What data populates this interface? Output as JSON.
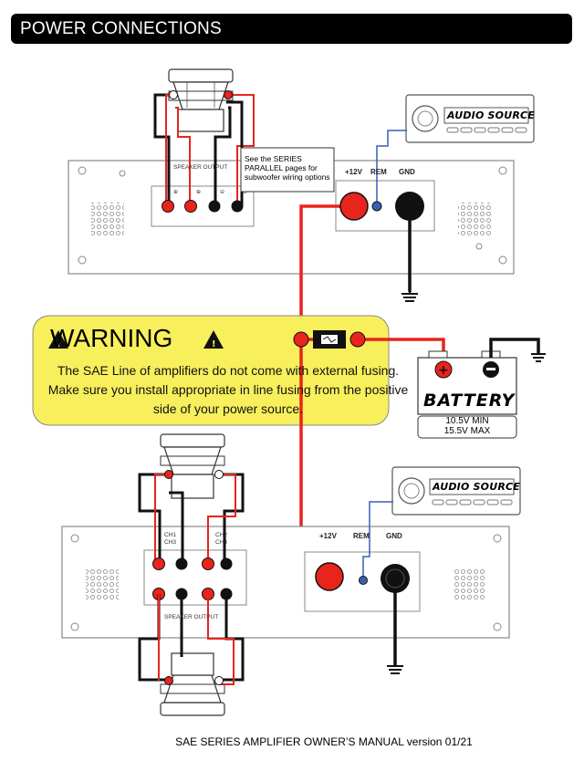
{
  "header": {
    "title": "POWER CONNECTIONS"
  },
  "top_amp": {
    "speaker_output_label": "SPEAKER OUTPUT",
    "note": "See the SERIES PARALLEL pages for subwoofer wiring options",
    "terminal_12v": "+12V",
    "terminal_rem": "REM",
    "terminal_gnd": "GND"
  },
  "bottom_amp": {
    "speaker_output_label": "SPEAKER OUTPUT",
    "ch1": "CH1",
    "ch2": "CH2",
    "ch3": "CH3",
    "ch4": "CH4",
    "terminal_12v": "+12V",
    "terminal_rem": "REM",
    "terminal_gnd": "GND"
  },
  "audio_source": {
    "label": "AUDIO SOURCE"
  },
  "warning": {
    "title": "WARNING",
    "text": "The SAE Line of amplifiers do not come with external fusing. Make sure you install appropriate in line fusing from the positive side of your power source."
  },
  "battery": {
    "label": "BATTERY",
    "min": "10.5V MIN",
    "max": "15.5V MAX"
  },
  "footer": {
    "text": "SAE SERIES AMPLIFIER OWNER’S MANUAL version 01/21"
  },
  "colors": {
    "power_wire": "#e8241c",
    "ground_wire": "#111111",
    "remote_wire": "#3a5fb4",
    "warning_fill": "#f7ef5c"
  }
}
